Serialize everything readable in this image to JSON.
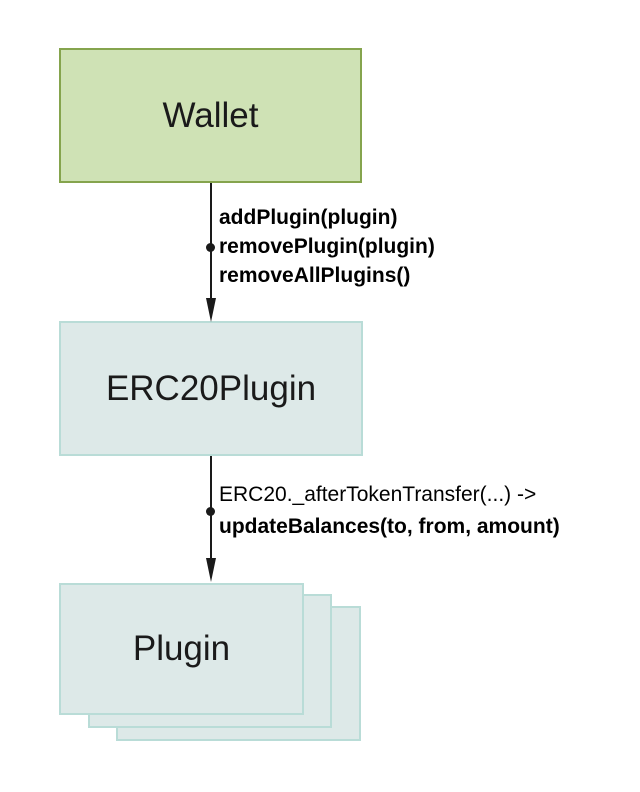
{
  "diagram": {
    "type": "flow-diagram",
    "background_color": "#ffffff",
    "arrow_color": "#1a1a1a",
    "nodes": [
      {
        "id": "wallet",
        "label": "Wallet",
        "fill": "#cfe2b5",
        "stroke": "#85a44d",
        "shape": "rect"
      },
      {
        "id": "erc20plugin",
        "label": "ERC20Plugin",
        "fill": "#dde9e8",
        "stroke": "#b9dcd7",
        "shape": "rect"
      },
      {
        "id": "plugin",
        "label": "Plugin",
        "fill": "#dde9e8",
        "stroke": "#b9dcd7",
        "shape": "stacked-rect",
        "stack_count": 3
      }
    ],
    "edges": [
      {
        "from": "wallet",
        "to": "erc20plugin",
        "direction": "down",
        "labels": [
          {
            "text": "addPlugin(plugin)",
            "bold": true
          },
          {
            "text": "removePlugin(plugin)",
            "bold": true
          },
          {
            "text": "removeAllPlugins()",
            "bold": true
          }
        ]
      },
      {
        "from": "erc20plugin",
        "to": "plugin",
        "direction": "down",
        "labels": [
          {
            "text": "ERC20._afterTokenTransfer(...) ->",
            "bold": false
          },
          {
            "text": "updateBalances(to, from, amount)",
            "bold": true
          }
        ]
      }
    ]
  }
}
